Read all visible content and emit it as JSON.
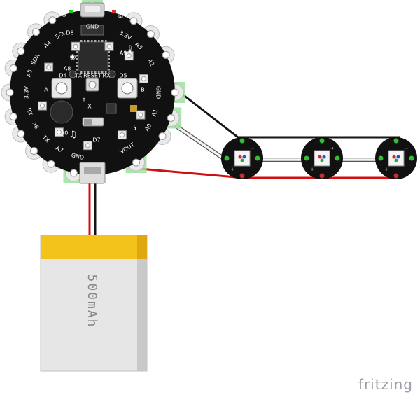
{
  "board": {
    "pad_labels": [
      {
        "id": "gnd_top",
        "text": "GND"
      },
      {
        "id": "scl",
        "text": "SCL"
      },
      {
        "id": "a4",
        "text": "A4"
      },
      {
        "id": "sda",
        "text": "SDA"
      },
      {
        "id": "a5",
        "text": "A5"
      },
      {
        "id": "v33_left",
        "text": "3.3V"
      },
      {
        "id": "rx",
        "text": "RX"
      },
      {
        "id": "a6",
        "text": "A6"
      },
      {
        "id": "tx",
        "text": "TX"
      },
      {
        "id": "a7",
        "text": "A7"
      },
      {
        "id": "gnd_bottom",
        "text": "GND"
      },
      {
        "id": "v33_right",
        "text": "3.3V"
      },
      {
        "id": "a3",
        "text": "A3"
      },
      {
        "id": "a2",
        "text": "A2"
      },
      {
        "id": "gnd_right",
        "text": "GND"
      },
      {
        "id": "a1",
        "text": "A1"
      },
      {
        "id": "a0",
        "text": "A0"
      },
      {
        "id": "vout",
        "text": "VOUT"
      }
    ],
    "silk_labels": [
      {
        "id": "on",
        "text": "ON"
      },
      {
        "id": "d13",
        "text": "D13"
      },
      {
        "id": "d8",
        "text": "D8"
      },
      {
        "id": "a9",
        "text": "A9"
      },
      {
        "id": "a8",
        "text": "A8"
      },
      {
        "id": "d4",
        "text": "D4"
      },
      {
        "id": "tx_led",
        "text": "TX"
      },
      {
        "id": "reset",
        "text": "RESET"
      },
      {
        "id": "rx_led",
        "text": "RX"
      },
      {
        "id": "d5",
        "text": "D5"
      },
      {
        "id": "btn_a",
        "text": "A"
      },
      {
        "id": "btn_b",
        "text": "B"
      },
      {
        "id": "a0_silk",
        "text": "A0"
      },
      {
        "id": "d7",
        "text": "D7"
      },
      {
        "id": "axis_x",
        "text": "X"
      },
      {
        "id": "axis_y",
        "text": "Y"
      }
    ]
  },
  "battery": {
    "capacity_label": "500mAh"
  },
  "watermark": {
    "text": "fritzing"
  },
  "colors": {
    "board": "#111111",
    "pad": "#e9e9e9",
    "pad_highlight": "#9be39b",
    "wire_black": "#151515",
    "wire_white": "#f4f4f4",
    "wire_red": "#d01010",
    "battery_label": "#f3c21b",
    "battery_body": "#e6e6e6",
    "watermark": "#9aa0a6"
  },
  "neopixel_count": 3
}
